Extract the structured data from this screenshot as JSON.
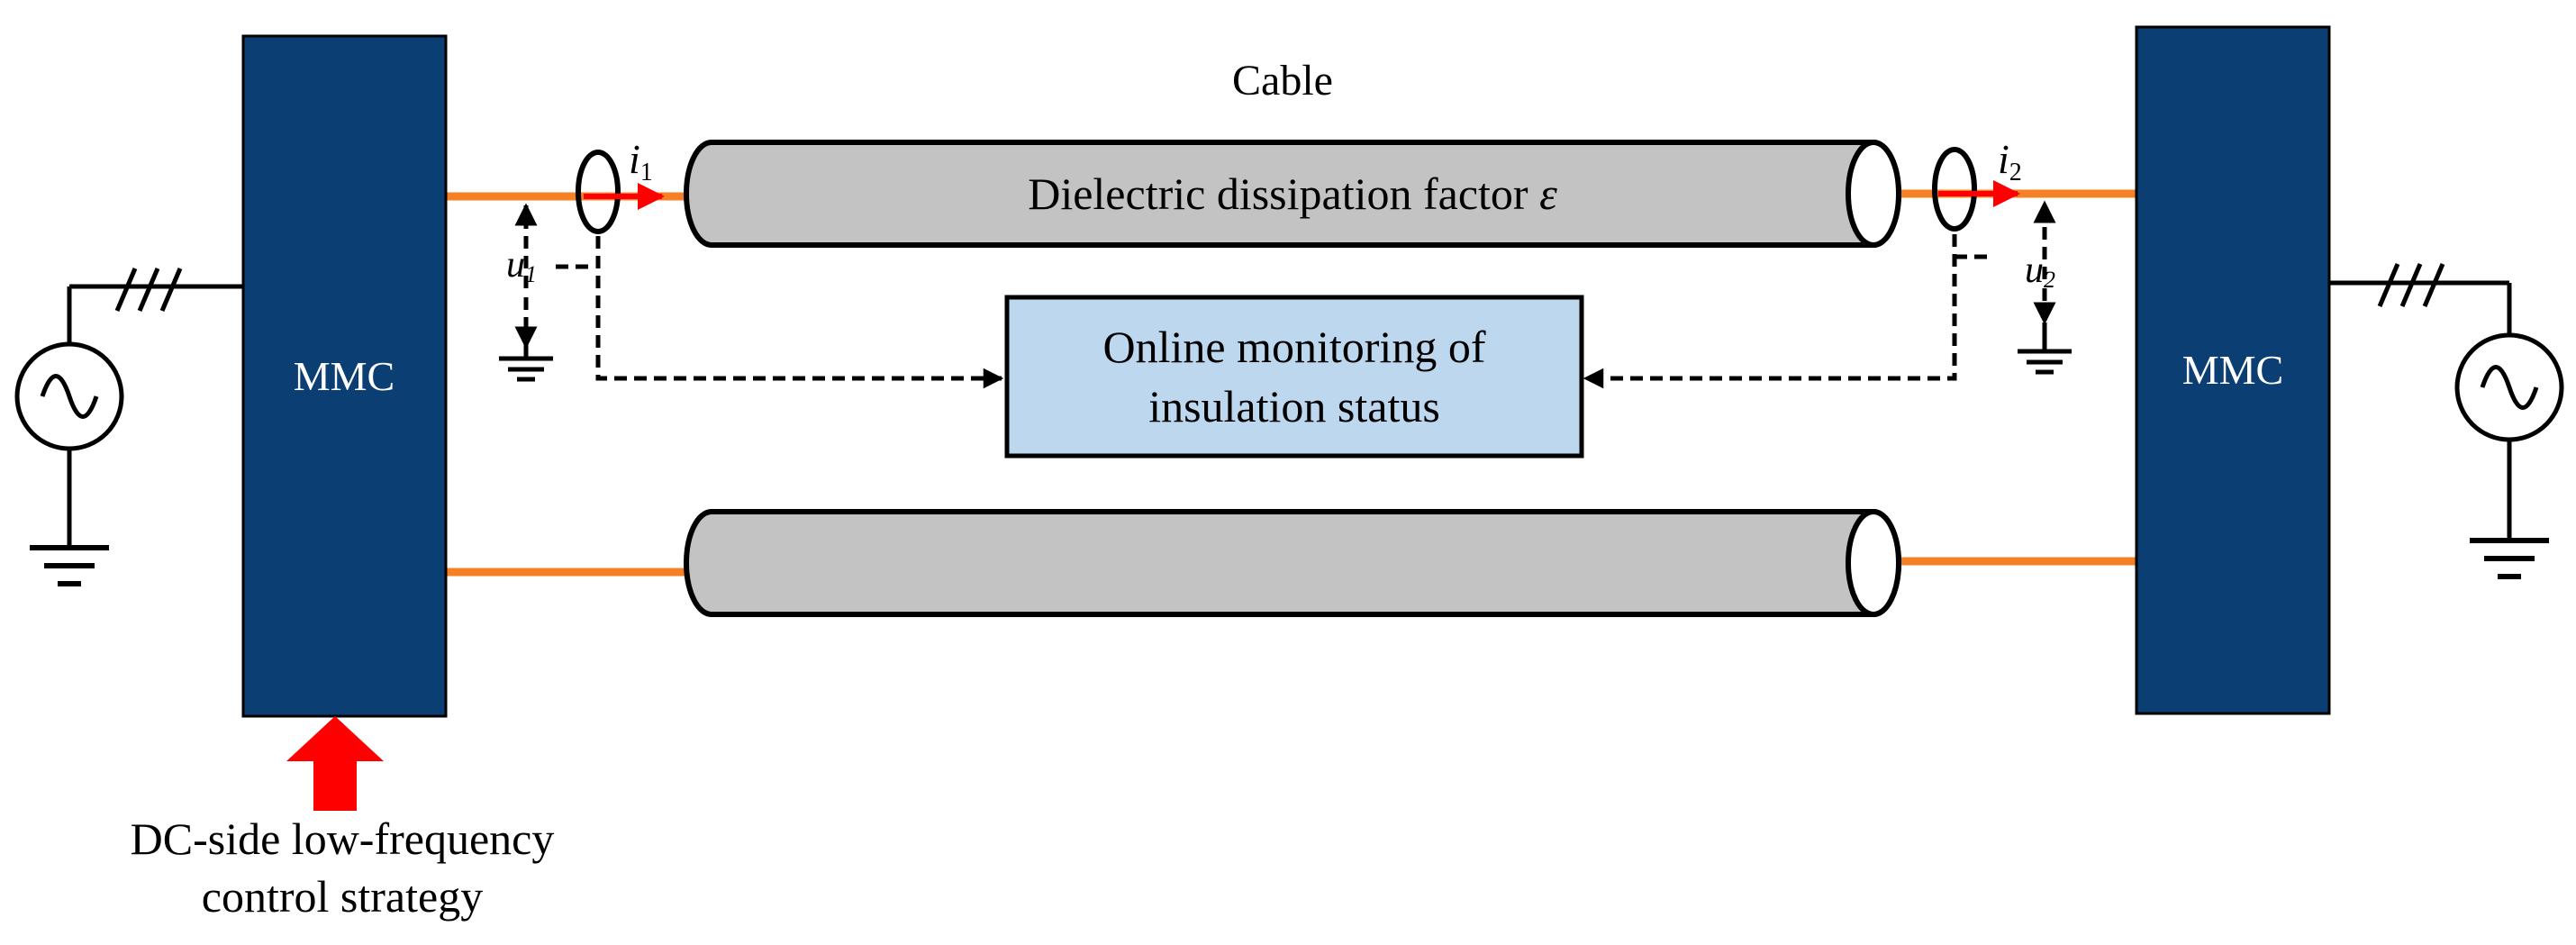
{
  "labels": {
    "cable": "Cable",
    "dielectric_text": "Dielectric dissipation factor ",
    "dielectric_symbol": "ε",
    "mmc_left": "MMC",
    "mmc_right": "MMC",
    "monitor_line1": "Online monitoring of",
    "monitor_line2": "insulation status",
    "strategy_line1": "DC-side low-frequency",
    "strategy_line2": "control strategy",
    "i1": "i",
    "i1_sub": "1",
    "i2": "i",
    "i2_sub": "2",
    "u1": "u",
    "u1_sub": "1",
    "u2": "u",
    "u2_sub": "2"
  },
  "colors": {
    "mmc_fill": "#0b3f73",
    "cable_fill": "#c3c3c3",
    "conductor": "#f58025",
    "current_arrow": "#ff0000",
    "monitor_fill": "#bdd7ee",
    "strategy_arrow": "#ff0000"
  }
}
